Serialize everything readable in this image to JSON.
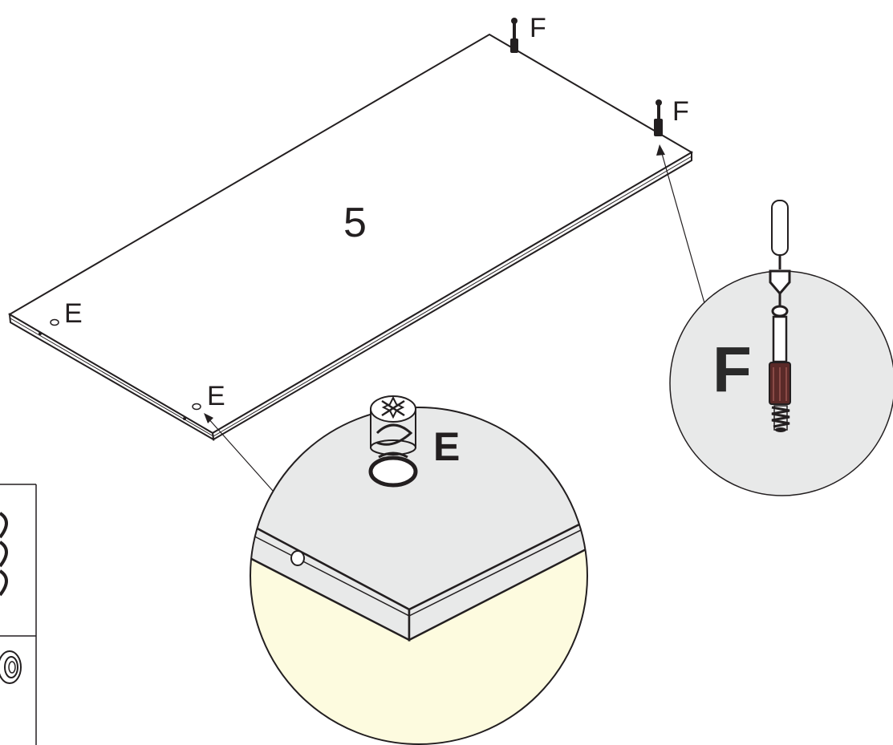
{
  "diagram": {
    "panel": {
      "number": "5"
    },
    "fittings": {
      "cam_lock": {
        "letter": "E",
        "detail_letter": "E",
        "icon": "cam-lock-icon"
      },
      "dowel": {
        "letter": "F",
        "detail_letter": "F",
        "icon": "dowel-screw-icon"
      }
    },
    "labels": {
      "f_top_left": "F",
      "f_top_right": "F",
      "e_left": "E",
      "e_bottom": "E"
    },
    "colors": {
      "line": "#231f20",
      "detail_circle_fill": "#e8e9e9",
      "panel_face_highlight": "#fdfbdf",
      "dowel_grip": "#5a2a28"
    }
  }
}
